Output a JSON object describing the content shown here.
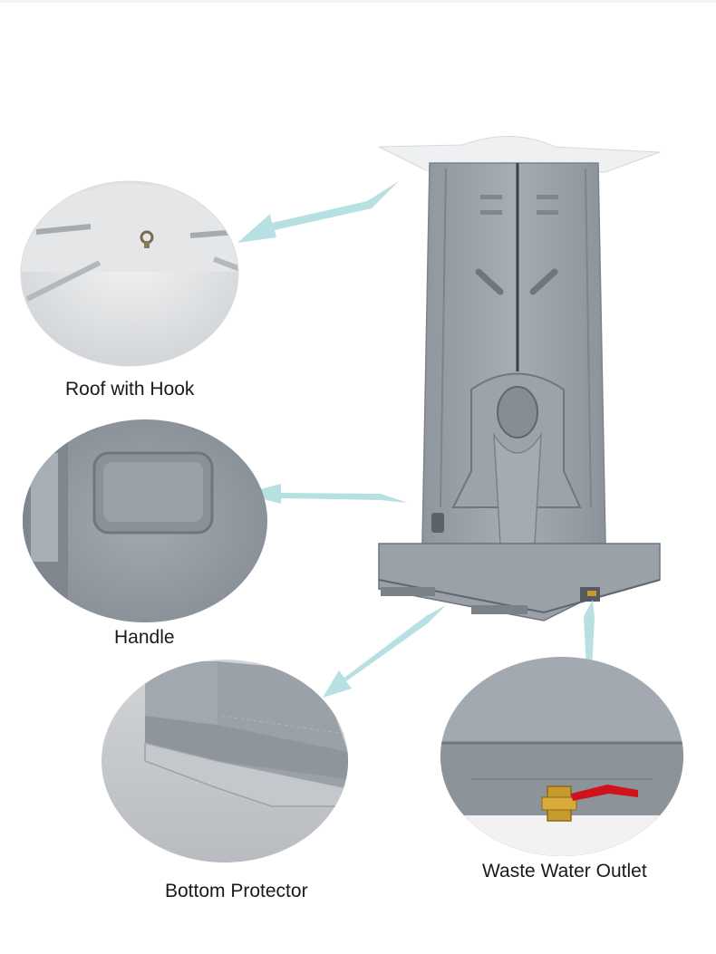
{
  "labels": {
    "roof": "Roof with Hook",
    "handle": "Handle",
    "bottom": "Bottom Protector",
    "waste": "Waste Water Outlet"
  },
  "colors": {
    "body": "#9aa1a9",
    "body_dark": "#7f868e",
    "roof": "#eef0f2",
    "arrow": "#b7e0e3",
    "valve": "#d0121b",
    "brass": "#c89b2e"
  }
}
